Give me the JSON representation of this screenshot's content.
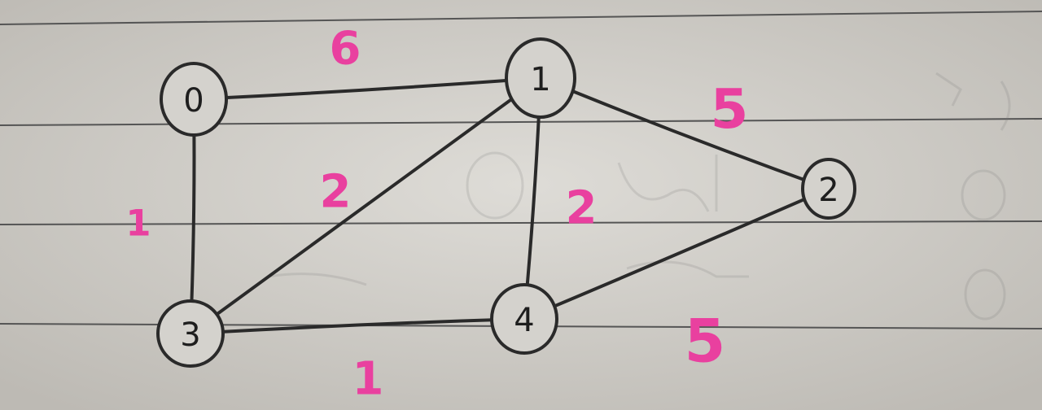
{
  "colors": {
    "paper": "#d6d4cf",
    "rule": "#5a5a5a",
    "ink": "#2a2a2a",
    "weight": "#e9409f"
  },
  "graph": {
    "nodes": [
      {
        "id": "0",
        "label": "0"
      },
      {
        "id": "1",
        "label": "1"
      },
      {
        "id": "2",
        "label": "2"
      },
      {
        "id": "3",
        "label": "3"
      },
      {
        "id": "4",
        "label": "4"
      }
    ],
    "edges": [
      {
        "from": "0",
        "to": "1",
        "weight": "6"
      },
      {
        "from": "0",
        "to": "3",
        "weight": "1"
      },
      {
        "from": "1",
        "to": "3",
        "weight": "2"
      },
      {
        "from": "1",
        "to": "4",
        "weight": "2"
      },
      {
        "from": "1",
        "to": "2",
        "weight": "5"
      },
      {
        "from": "3",
        "to": "4",
        "weight": "1"
      },
      {
        "from": "4",
        "to": "2",
        "weight": "5"
      }
    ]
  }
}
